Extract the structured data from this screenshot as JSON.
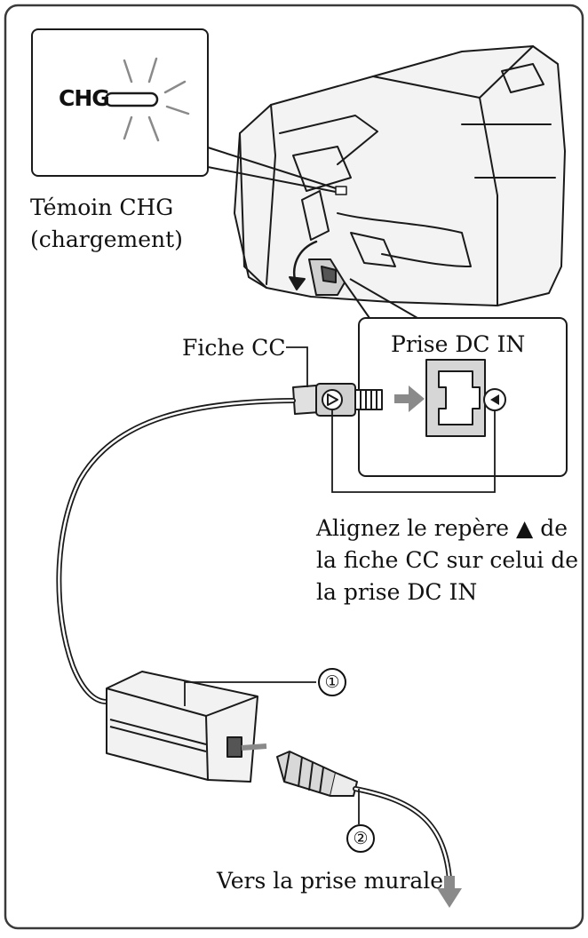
{
  "labels": {
    "chg": "CHG",
    "charge_lamp_line1": "Témoin CHG",
    "charge_lamp_line2": "(chargement)",
    "dc_plug": "Fiche CC",
    "dc_in_jack": "Prise DC IN",
    "align_line1": "Alignez le repère ▲ de",
    "align_line2": "la fiche CC sur celui de",
    "align_line3": "la prise DC IN",
    "callout_1": "①",
    "callout_2": "②",
    "wall_outlet": "Vers la prise murale"
  },
  "colors": {
    "line": "#1a1a1a",
    "fill_light": "#e9e9e9",
    "fill_mid": "#c4c4c4",
    "arrow_gray": "#8a8a8a"
  }
}
